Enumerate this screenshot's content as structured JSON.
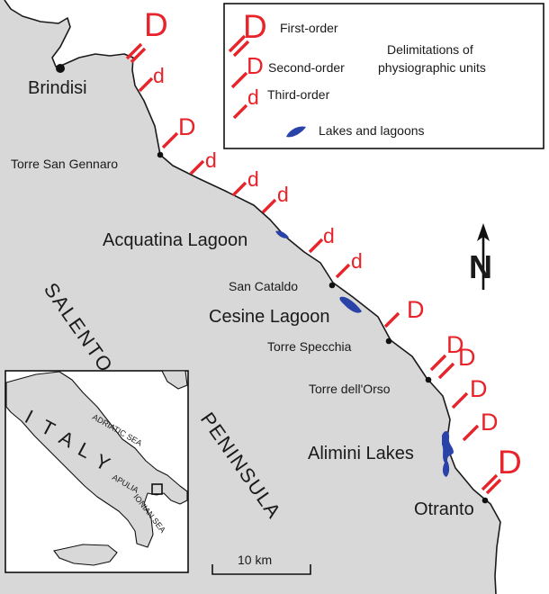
{
  "legend": {
    "first_order_symbol": "D",
    "first_order_label": "First-order",
    "second_order_symbol": "D",
    "second_order_label": "Second-order",
    "third_order_symbol": "d",
    "third_order_label": "Third-order",
    "group_label_line1": "Delimitations of",
    "group_label_line2": "physiographic units",
    "lakes_label": "Lakes and lagoons"
  },
  "places": {
    "brindisi": "Brindisi",
    "torre_san_gennaro": "Torre San Gennaro",
    "acquatina": "Acquatina Lagoon",
    "san_cataldo": "San Cataldo",
    "cesine": "Cesine Lagoon",
    "torre_specchia": "Torre Specchia",
    "torre_orso": "Torre dell'Orso",
    "alimini": "Alimini Lakes",
    "otranto": "Otranto"
  },
  "region": {
    "salento": "SALENTO",
    "peninsula": "PENINSULA"
  },
  "north": {
    "letter": "N"
  },
  "scale": {
    "label": "10 km"
  },
  "inset": {
    "italy": [
      "I",
      "T",
      "A",
      "L",
      "Y"
    ],
    "adriatic": "ADRIATIC SEA",
    "apulia": "APULIA",
    "ionian": "IONIAN SEA"
  },
  "boundary_marks": [
    {
      "order": "first",
      "symbol": "D"
    },
    {
      "order": "third",
      "symbol": "d"
    },
    {
      "order": "second",
      "symbol": "D"
    },
    {
      "order": "third",
      "symbol": "d"
    },
    {
      "order": "third",
      "symbol": "d"
    },
    {
      "order": "third",
      "symbol": "d"
    },
    {
      "order": "third",
      "symbol": "d"
    },
    {
      "order": "third",
      "symbol": "d"
    },
    {
      "order": "second",
      "symbol": "D"
    },
    {
      "order": "second",
      "symbol": "D"
    },
    {
      "order": "second",
      "symbol": "D"
    },
    {
      "order": "second",
      "symbol": "D"
    },
    {
      "order": "second",
      "symbol": "D"
    },
    {
      "order": "first",
      "symbol": "D"
    }
  ],
  "colors": {
    "land": "#d8d8d8",
    "sea": "#ffffff",
    "boundary_red": "#e8232a",
    "lake_blue": "#2a43a8",
    "text": "#1a1a1a"
  }
}
